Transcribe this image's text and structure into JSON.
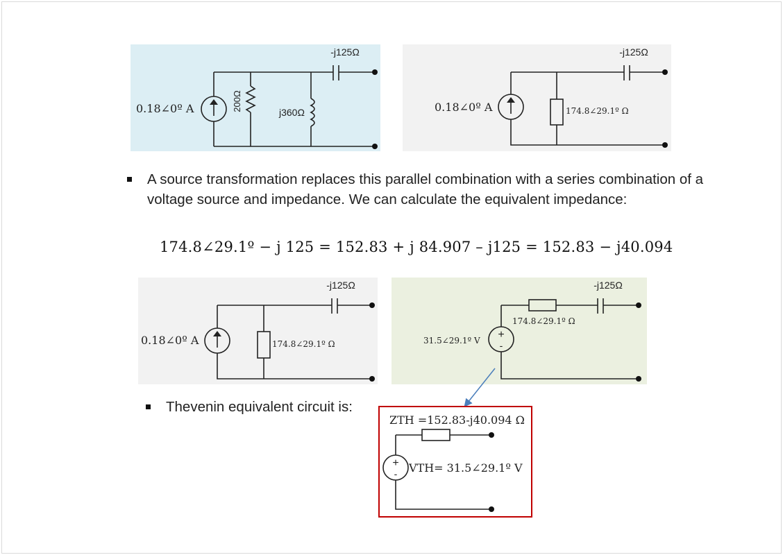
{
  "slide": {
    "bullets": [
      "A source transformation replaces this parallel combination with a series combination of a voltage source and impedance. We can calculate the equivalent impedance:",
      "Thevenin equivalent circuit is:"
    ],
    "equation": "174.8∠29.1º − j 125  =  152.83 + j 84.907 – j125  =  152.83 − j40.094"
  },
  "circuits": {
    "capacitor_label": "-j125Ω",
    "current_source_label": "0.18∠0º A",
    "resistor_200": "200Ω",
    "inductor_label": "j360Ω",
    "impedance_label": "174.8∠29.1º Ω",
    "voltage_source_label": "31.5∠29.1º V",
    "equiv_symbol": "≡",
    "plus_sign": "+",
    "minus_sign": "-"
  },
  "thevenin": {
    "z_label": "ZTH =152.83-j40.094 Ω",
    "v_label": "VTH= 31.5∠29.1º V"
  },
  "colors": {
    "panel_blue": "#dceef4",
    "panel_gray": "#f2f2f2",
    "panel_green": "#ebf0e0",
    "thevenin_border": "#c00000",
    "arrow": "#4a7ebb"
  }
}
